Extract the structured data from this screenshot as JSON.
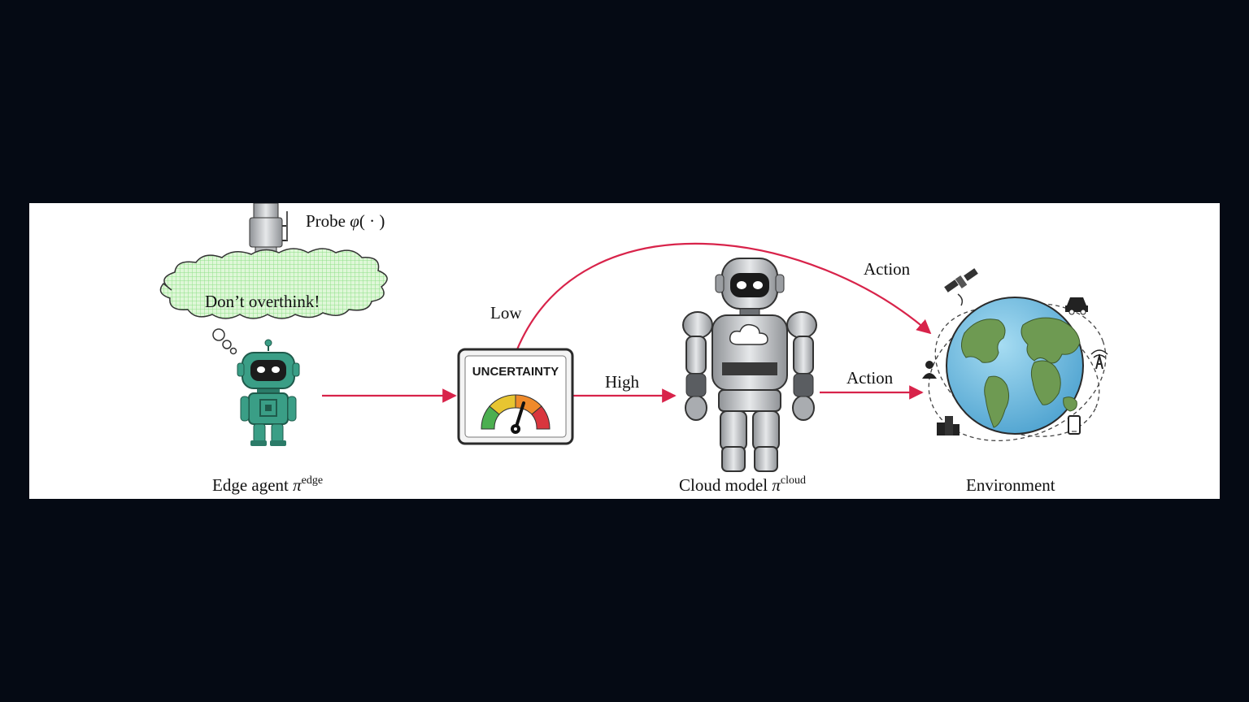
{
  "probe": {
    "label": "Probe",
    "symbol": "φ",
    "args": "( · )"
  },
  "thought": {
    "text": "Don’t overthink!"
  },
  "gauge": {
    "title": "UNCERTAINTY"
  },
  "arrows": {
    "low": "Low",
    "high": "High",
    "action_top": "Action",
    "action_bottom": "Action"
  },
  "edge_agent": {
    "label": "Edge agent",
    "symbol": "π",
    "superscript": "edge"
  },
  "cloud_model": {
    "label": "Cloud model",
    "symbol": "π",
    "superscript": "cloud"
  },
  "environment": {
    "label": "Environment"
  },
  "colors": {
    "arrow": "#d8234a",
    "edge_robot": "#3a9e86",
    "cloud_robot": "#b9bcc0",
    "probe_glow": "#7ee07a",
    "ocean": "#7cc3e4",
    "land": "#6e9a52",
    "gauge_green": "#4caf50",
    "gauge_yellow": "#e7c531",
    "gauge_orange": "#ef8a2b",
    "gauge_red": "#d9363e"
  }
}
